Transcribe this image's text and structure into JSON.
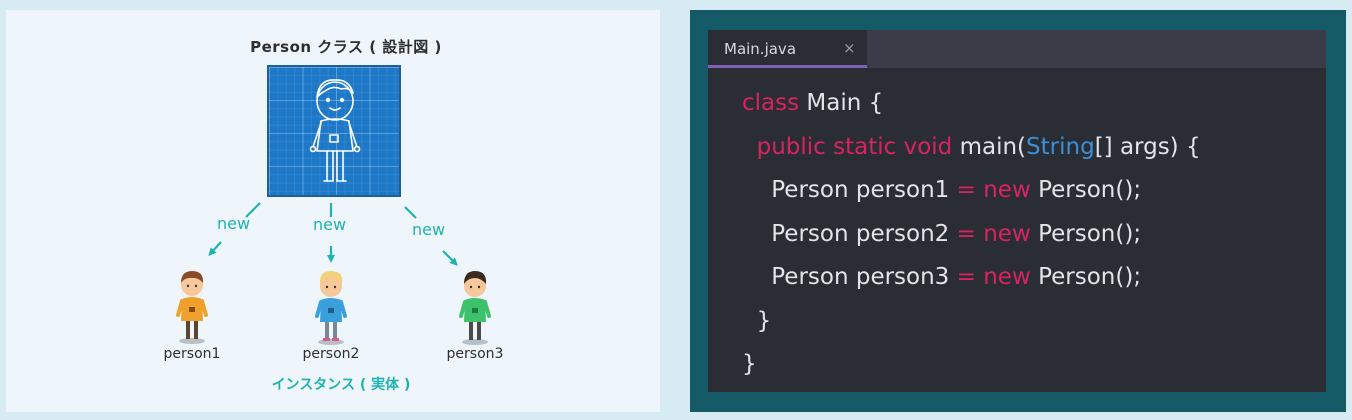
{
  "diagram": {
    "title": "Person クラス ( 設計図 )",
    "arrow_labels": [
      "new",
      "new",
      "new"
    ],
    "instances": [
      "person1",
      "person2",
      "person3"
    ],
    "instance_caption": "インスタンス ( 実体 )",
    "colors": {
      "blueprint": "#1d78c8",
      "accent": "#1fb3b0",
      "person1_shirt": "#f0a02c",
      "person2_shirt": "#3aa0dc",
      "person3_shirt": "#3cc26a"
    }
  },
  "editor": {
    "tab_name": "Main.java",
    "tab_close": "×",
    "code": {
      "l1": {
        "kw": "class",
        "rest": " Main {"
      },
      "l2": {
        "kw": "public static void",
        "name": " main(",
        "type": "String",
        "rest": "[] args) {"
      },
      "l3": {
        "a": "Person person1 ",
        "eq": "=",
        "kw": " new",
        "rest": " Person();"
      },
      "l4": {
        "a": "Person person2 ",
        "eq": "=",
        "kw": " new",
        "rest": " Person();"
      },
      "l5": {
        "a": "Person person3 ",
        "eq": "=",
        "kw": " new",
        "rest": " Person();"
      },
      "l6": "}",
      "l7": "}"
    }
  }
}
